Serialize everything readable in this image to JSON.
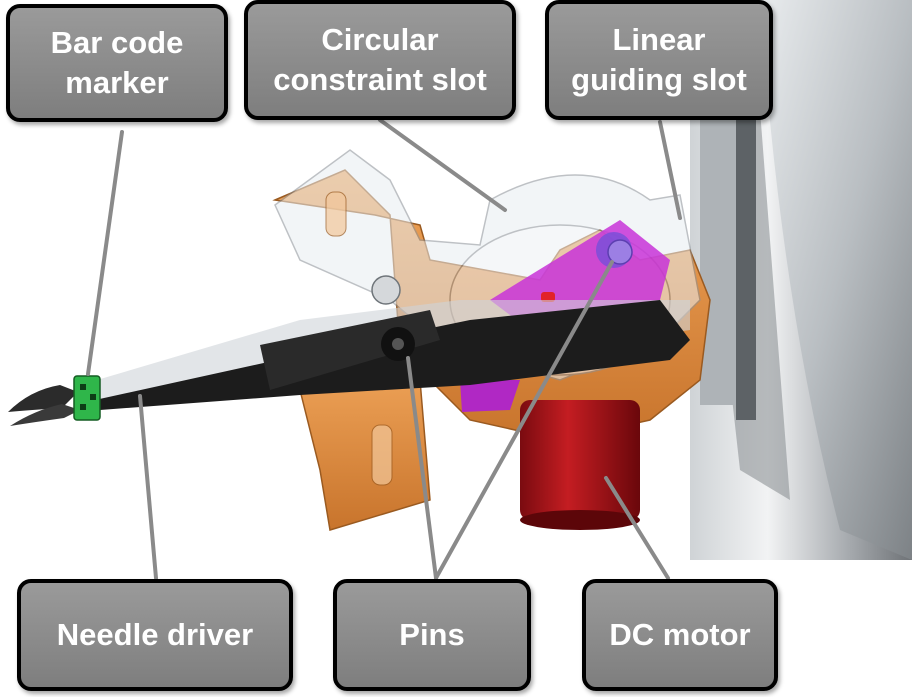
{
  "labels": {
    "bar_code_marker": [
      "Bar code",
      "marker"
    ],
    "circular_constraint_slot": [
      "Circular",
      "constraint slot"
    ],
    "linear_guiding_slot": [
      "Linear",
      "guiding slot"
    ],
    "needle_driver": "Needle driver",
    "pins": "Pins",
    "dc_motor": "DC motor"
  },
  "colors": {
    "label_fill": "#8c8c8c",
    "label_border": "#000000",
    "label_text": "#ffffff",
    "leader_line": "#8a8a8a",
    "bracket_orange": "#e0944a",
    "motor_red": "#b0141a",
    "magenta_part": "#c832d8",
    "barcode_green": "#2fb64a",
    "driver_black": "#1a1a1a"
  }
}
